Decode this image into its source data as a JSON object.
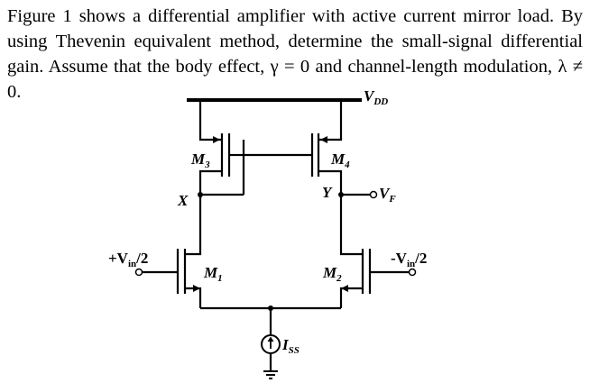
{
  "question": {
    "line1": "Figure 1 shows a differential amplifier with active current mirror load. By",
    "line2": "using Thevenin equivalent method, determine the small-signal differential",
    "line3": "gain. Assume that the body effect, γ = 0 and channel-length modulation, λ ≠ 0."
  },
  "circuit": {
    "vdd": "V",
    "vdd_sub": "DD",
    "m1": "M",
    "m1_sub": "1",
    "m2": "M",
    "m2_sub": "2",
    "m3": "M",
    "m3_sub": "3",
    "m4": "M",
    "m4_sub": "4",
    "node_x": "X",
    "node_y": "Y",
    "vf": "V",
    "vf_sub": "F",
    "vin_pos": "+V",
    "vin_pos_sub": "in",
    "vin_pos_tail": "/2",
    "vin_neg": "-V",
    "vin_neg_sub": "in",
    "vin_neg_tail": "/2",
    "iss": "I",
    "iss_sub": "SS"
  }
}
